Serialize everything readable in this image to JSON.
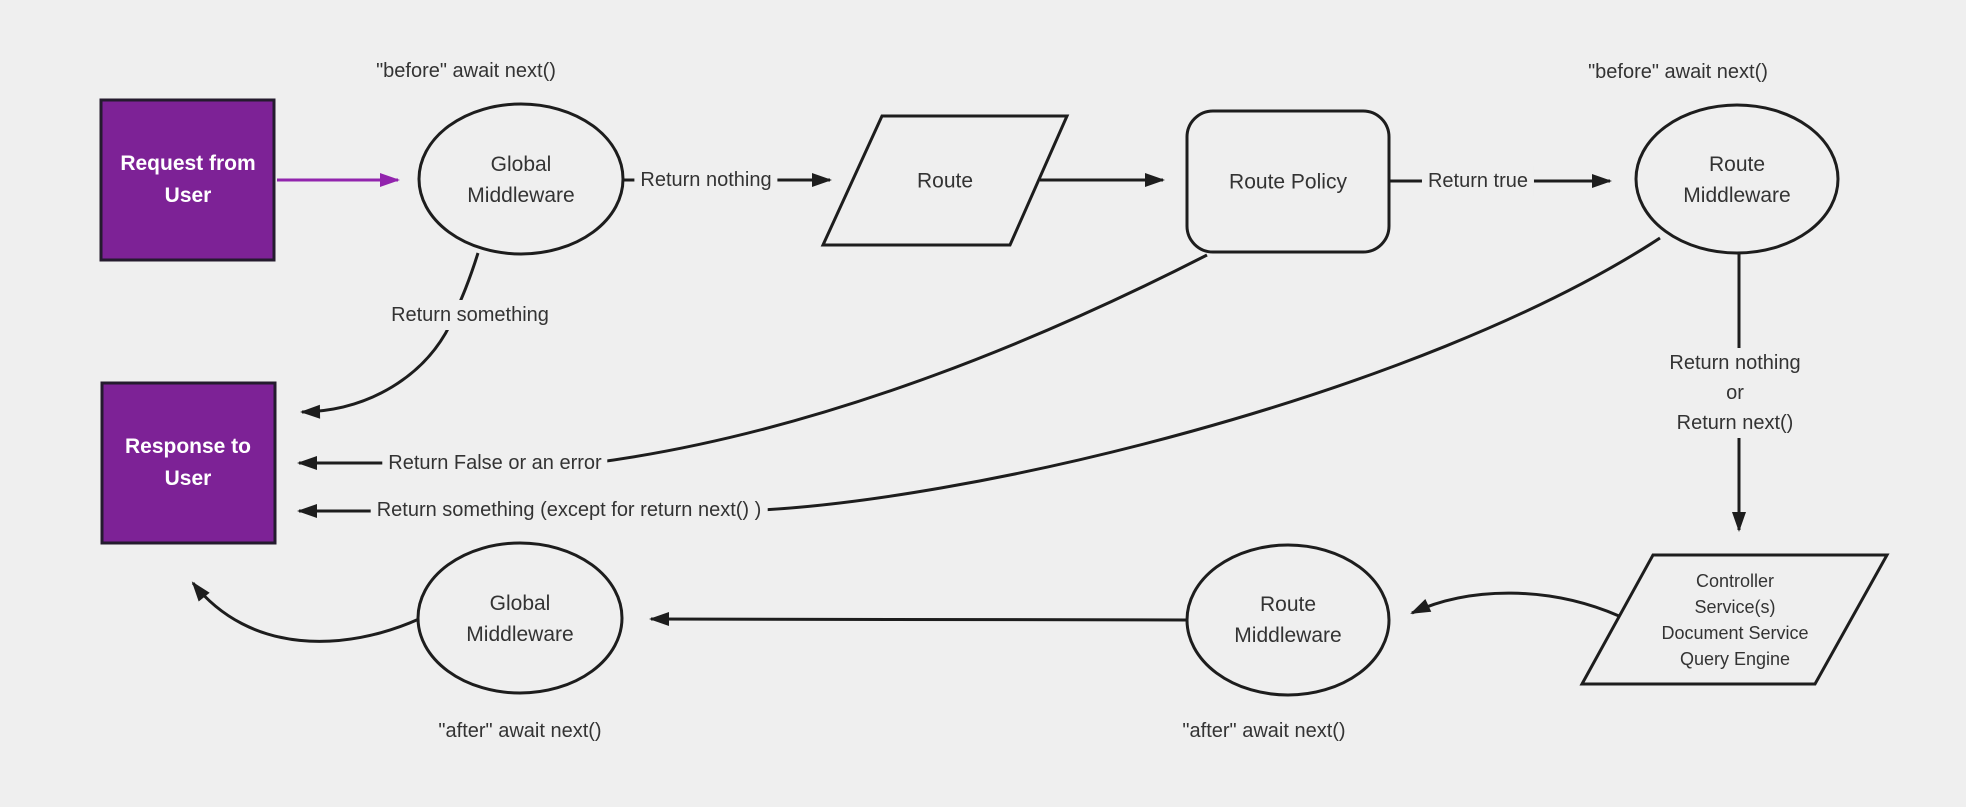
{
  "diagram_title": "middleware-request-flow",
  "colors": {
    "background": "#efefef",
    "shape_fill": "#efefef",
    "line_stroke": "#1d1d1d",
    "node_fill_purple": "#7d2296",
    "node_border_purple": "#241b2e",
    "arrow_purple": "#9224ad",
    "label_text": "#333333",
    "box_text": "#ffffff"
  },
  "nodes": {
    "request": {
      "line1": "Request from",
      "line2": "User"
    },
    "global_middleware_top": {
      "line1": "Global",
      "line2": "Middleware"
    },
    "route": {
      "label": "Route"
    },
    "route_policy": {
      "label": "Route Policy"
    },
    "route_middleware_top": {
      "line1": "Route",
      "line2": "Middleware"
    },
    "controller": {
      "lines": [
        "Controller",
        "Service(s)",
        "Document Service",
        "Query Engine"
      ]
    },
    "route_middleware_bottom": {
      "line1": "Route",
      "line2": "Middleware"
    },
    "global_middleware_bottom": {
      "line1": "Global",
      "line2": "Middleware"
    },
    "response": {
      "line1": "Response to",
      "line2": "User"
    }
  },
  "edge_labels": {
    "before_await_left": "\"before\" await next()",
    "before_await_right": "\"before\" await next()",
    "after_await_left": "\"after\" await next()",
    "after_await_right": "\"after\" await next()",
    "return_nothing": "Return nothing",
    "return_true": "Return true",
    "return_something": "Return something",
    "return_false_or_error": "Return False or an error",
    "return_something_except": "Return something (except for return next() )",
    "return_nothing_or_next": {
      "line1": "Return nothing",
      "line2": "or",
      "line3": "Return next()"
    }
  }
}
